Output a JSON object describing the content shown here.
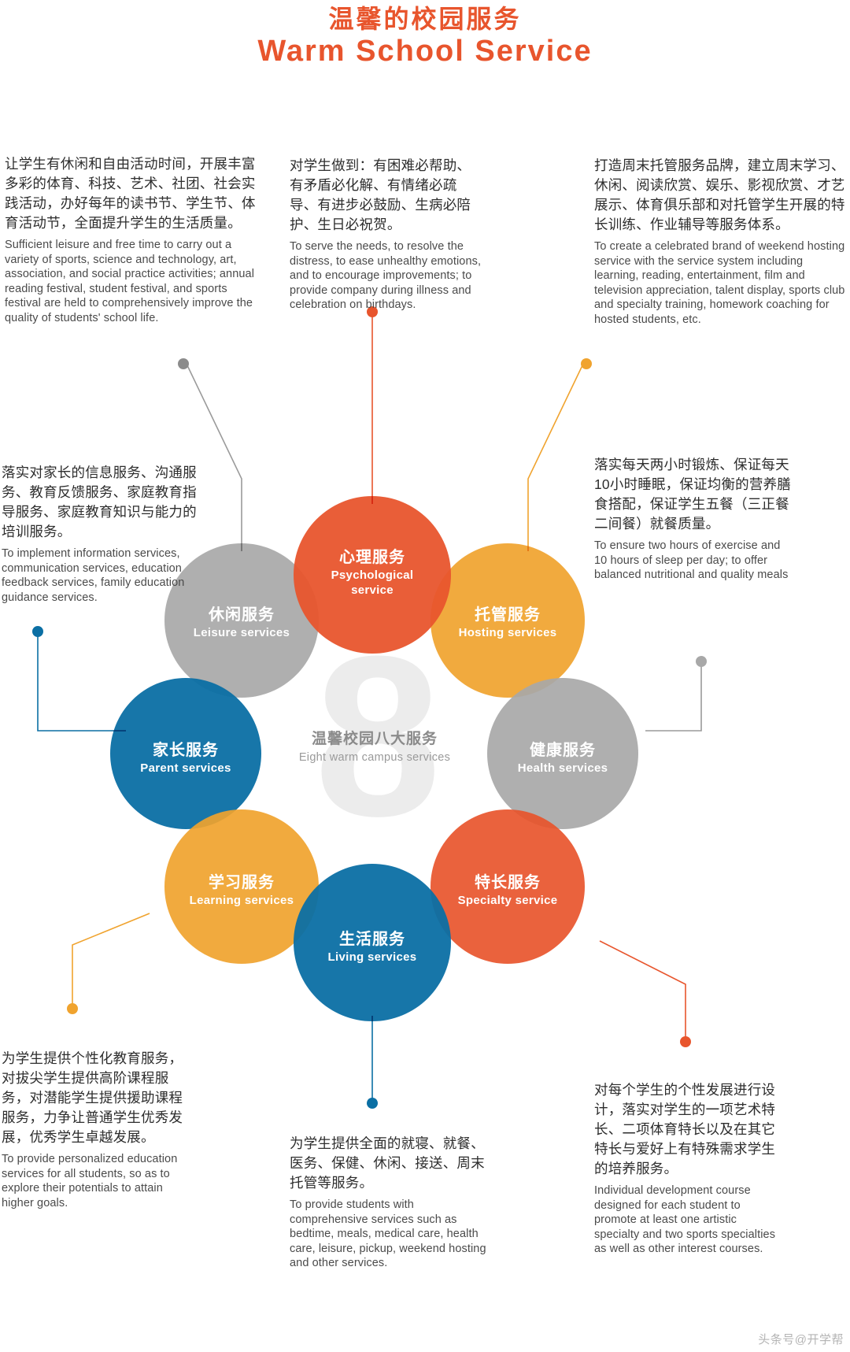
{
  "title": {
    "cn": "温馨的校园服务",
    "en": "Warm School Service",
    "color": "#E8552D"
  },
  "center": {
    "cn": "温馨校园八大服务",
    "en": "Eight warm campus services",
    "numeral": "8"
  },
  "circles": [
    {
      "key": "psychological",
      "cn": "心理服务",
      "en": "Psychological\nservice",
      "en_line1": "Psychological",
      "en_line2": "service",
      "color": "#E8552D"
    },
    {
      "key": "hosting",
      "cn": "托管服务",
      "en": "Hosting services",
      "en_line1": "Hosting services",
      "en_line2": "",
      "color": "#F0A32E"
    },
    {
      "key": "health",
      "cn": "健康服务",
      "en": "Health  services",
      "en_line1": "Health  services",
      "en_line2": "",
      "color": "#A8A8A8"
    },
    {
      "key": "specialty",
      "cn": "特长服务",
      "en": "Specialty service",
      "en_line1": "Specialty service",
      "en_line2": "",
      "color": "#E8552D"
    },
    {
      "key": "living",
      "cn": "生活服务",
      "en": "Living services",
      "en_line1": "Living services",
      "en_line2": "",
      "color": "#0B6FA4"
    },
    {
      "key": "learning",
      "cn": "学习服务",
      "en": "Learning services",
      "en_line1": "Learning services",
      "en_line2": "",
      "color": "#F0A32E"
    },
    {
      "key": "parent",
      "cn": "家长服务",
      "en": "Parent services",
      "en_line1": "Parent services",
      "en_line2": "",
      "color": "#0B6FA4"
    },
    {
      "key": "leisure",
      "cn": "休闲服务",
      "en": "Leisure services",
      "en_line1": "Leisure services",
      "en_line2": "",
      "color": "#A8A8A8"
    }
  ],
  "callouts": {
    "leisure": {
      "cn": "让学生有休闲和自由活动时间，开展丰富多彩的体育、科技、艺术、社团、社会实践活动，办好每年的读书节、学生节、体育活动节，全面提升学生的生活质量。",
      "en": "Sufficient leisure and free time to carry out a variety of sports, science and technology, art, association, and social practice activities; annual reading festival, student festival, and sports festival are held to comprehensively improve the quality of students' school life.",
      "dot_color": "#8C8C8C"
    },
    "psychological": {
      "cn": "对学生做到：有困难必帮助、有矛盾必化解、有情绪必疏导、有进步必鼓励、生病必陪护、生日必祝贺。",
      "en": "To serve the needs, to resolve the distress, to ease unhealthy emotions, and to encourage improvements; to provide company during illness and celebration on birthdays.",
      "dot_color": "#E8552D"
    },
    "hosting": {
      "cn": "打造周末托管服务品牌，建立周末学习、休闲、阅读欣赏、娱乐、影视欣赏、才艺展示、体育俱乐部和对托管学生开展的特长训练、作业辅导等服务体系。",
      "en": "To create a celebrated brand of weekend hosting service with the service system including learning, reading, entertainment, film and television appreciation, talent display, sports club and specialty training, homework coaching for hosted students, etc.",
      "dot_color": "#F0A32E"
    },
    "parent": {
      "cn": "落实对家长的信息服务、沟通服务、教育反馈服务、家庭教育指导服务、家庭教育知识与能力的培训服务。",
      "en": "To implement information services, communication services, education feedback services, family education guidance services.",
      "dot_color": "#0B6FA4"
    },
    "health": {
      "cn": "落实每天两小时锻炼、保证每天10小时睡眠，保证均衡的营养膳食搭配，保证学生五餐（三正餐二间餐）就餐质量。",
      "en": "To ensure two hours of exercise and 10 hours of sleep per day; to offer balanced nutritional and quality meals",
      "dot_color": "#A8A8A8"
    },
    "learning": {
      "cn": "为学生提供个性化教育服务，对拔尖学生提供高阶课程服务，对潜能学生提供援助课程服务，力争让普通学生优秀发展，优秀学生卓越发展。",
      "en": "To provide personalized education services for all students, so as to explore their potentials to attain higher goals.",
      "dot_color": "#F0A32E"
    },
    "living": {
      "cn": "为学生提供全面的就寝、就餐、医务、保健、休闲、接送、周末托管等服务。",
      "en": "To provide students with comprehensive services such as bedtime, meals, medical care, health care, leisure, pickup, weekend hosting and other services.",
      "dot_color": "#0B6FA4"
    },
    "specialty": {
      "cn": "对每个学生的个性发展进行设计，落实对学生的一项艺术特长、二项体育特长以及在其它特长与爱好上有特殊需求学生的培养服务。",
      "en": "Individual development course designed for each student to promote at least one artistic specialty and two sports specialties as well as other interest courses.",
      "dot_color": "#E8552D"
    }
  },
  "watermark": "头条号@开学帮"
}
